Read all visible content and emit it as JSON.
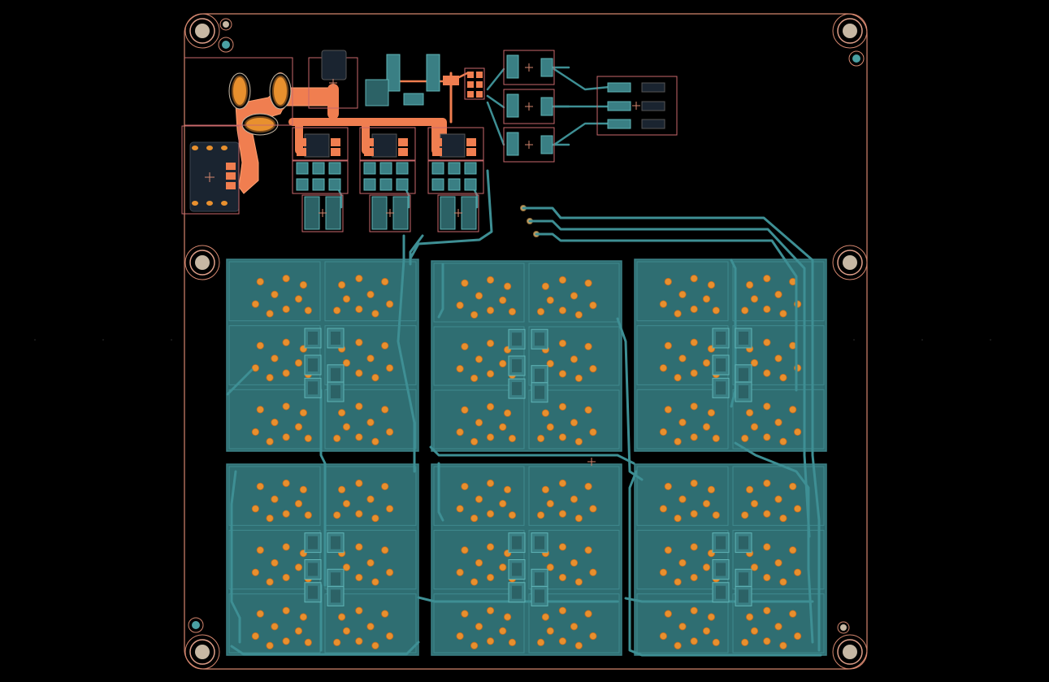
{
  "viewer": {
    "background": "#000000",
    "edge_color": "#d4866e",
    "copper_top": "#f07e50",
    "copper_bottom": "#2f6e72",
    "trace_bottom": "#3e8f94",
    "pad_color": "#4aa0a3",
    "via_color": "#e8902e",
    "ic_color": "#1a2430",
    "courtyard_color": "#c8686b"
  },
  "board": {
    "mounting_holes": 6,
    "hex_array": {
      "rows": 2,
      "cols": 3,
      "cells_per_block": 9
    },
    "driver_channels": 3,
    "connector_channels": 3
  }
}
